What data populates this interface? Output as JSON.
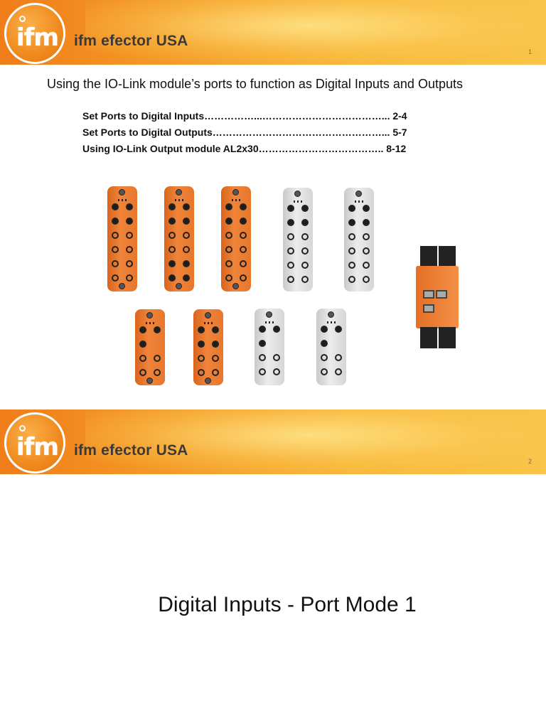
{
  "slides": [
    {
      "brand": "ifm efector USA",
      "logo_text": "ifm",
      "page_number": "1",
      "title": "Using the IO-Link module’s ports to function as Digital Inputs and Outputs",
      "toc": [
        {
          "text": "Set Ports to Digital Inputs……………...………………………………... 2-4"
        },
        {
          "text": "Set Ports to Digital Outputs……………………………………………... 5-7"
        },
        {
          "text": "Using IO-Link Output module AL2x30……………………………….. 8-12"
        }
      ],
      "images": {
        "row1": [
          "orange-io-module",
          "orange-io-module",
          "orange-io-module",
          "grey-io-module",
          "grey-io-module"
        ],
        "row2": [
          "orange-io-module-short",
          "orange-io-module-short",
          "grey-io-module-short",
          "grey-io-module-short"
        ],
        "side": "al2x30-din-rail-module"
      }
    },
    {
      "brand": "ifm efector USA",
      "logo_text": "ifm",
      "page_number": "2",
      "title": "Digital Inputs - Port Mode 1"
    }
  ],
  "colors": {
    "banner_orange": "#f07d1a",
    "banner_yellow": "#f9c54a",
    "module_orange": "#f0843a",
    "module_grey": "#e0e0e0"
  }
}
